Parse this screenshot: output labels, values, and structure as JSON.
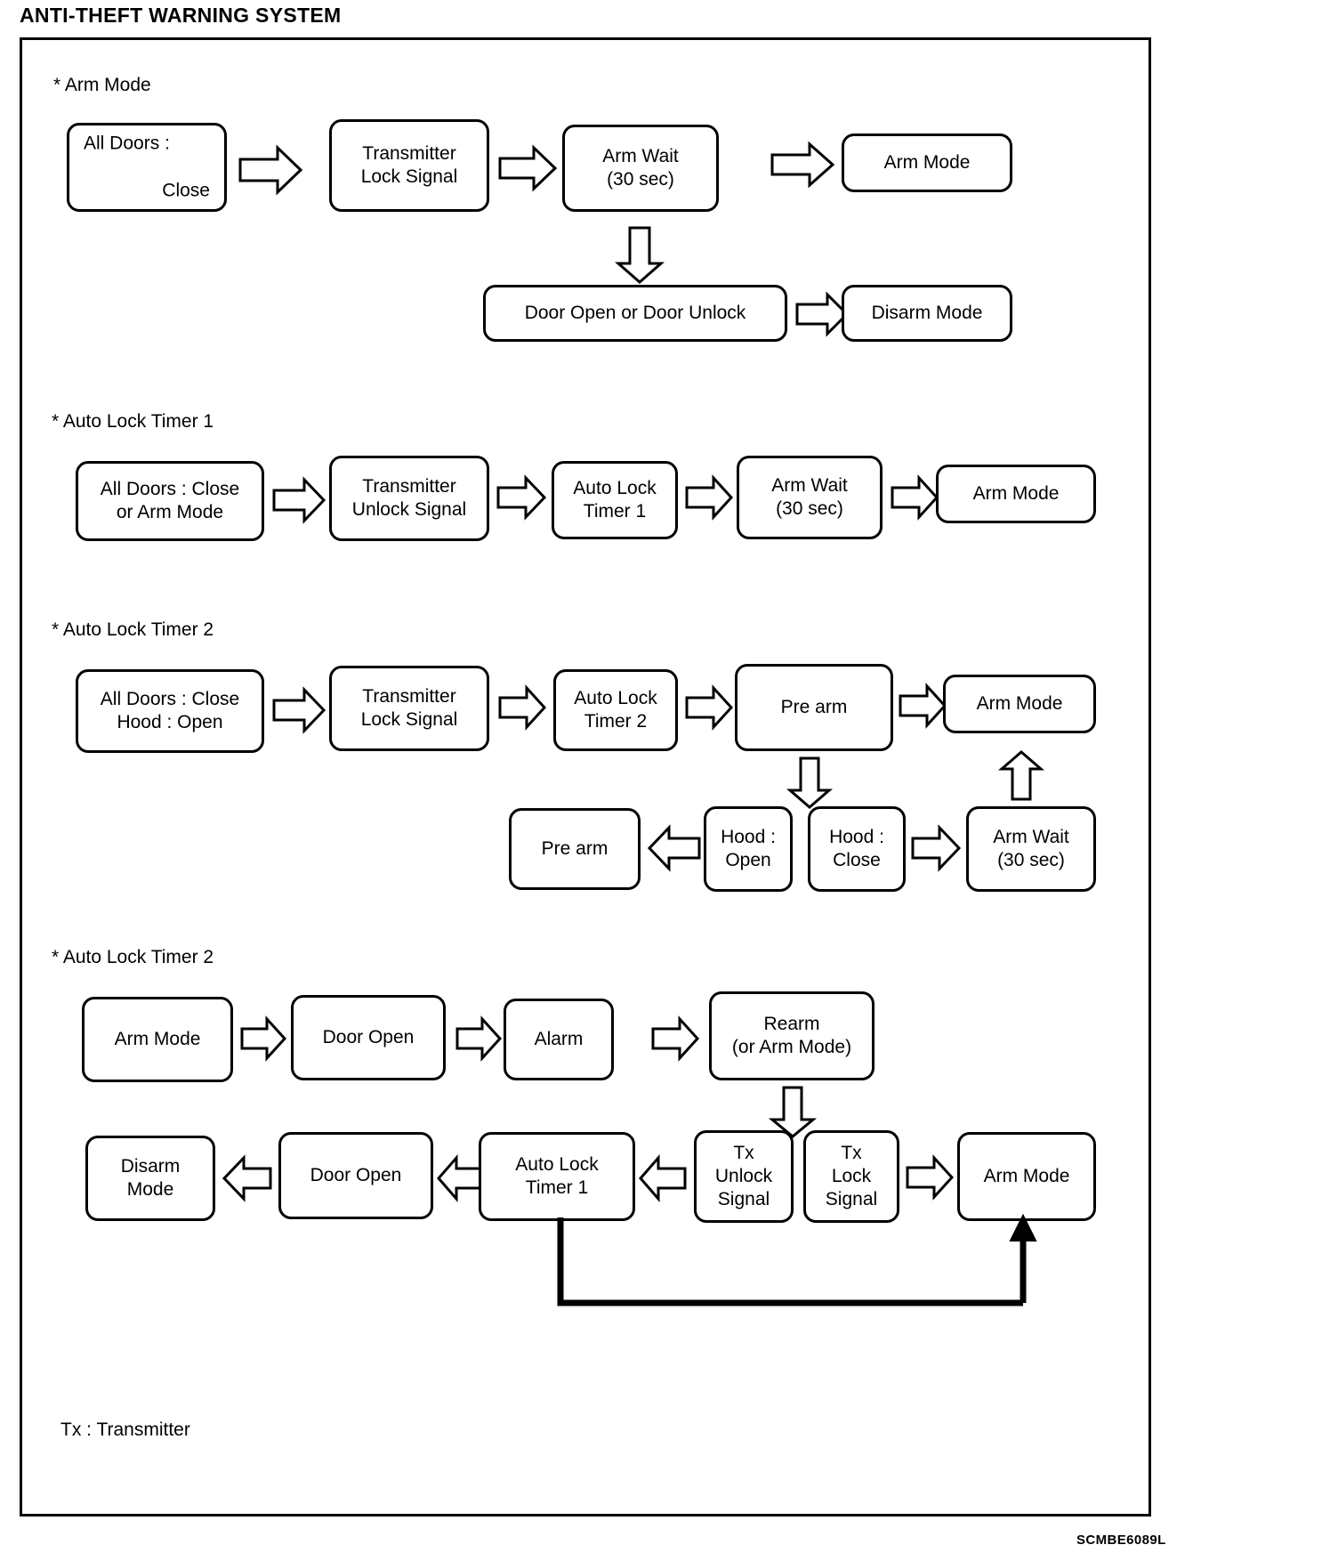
{
  "title": "ANTI-THEFT WARNING SYSTEM",
  "frame_code": "SCMBE6089L",
  "footer_note": "Tx : Transmitter",
  "sections": [
    {
      "label": "* Arm Mode",
      "nodes": {
        "all_doors_close_1": "All Doors :",
        "all_doors_close_2": "Close",
        "transmitter_lock_signal": "Transmitter\nLock Signal",
        "arm_wait": "Arm Wait\n(30 sec)",
        "arm_mode": "Arm Mode",
        "door_open_or_unlock": "Door Open or Door Unlock",
        "disarm_mode": "Disarm Mode"
      }
    },
    {
      "label": "* Auto Lock Timer 1",
      "nodes": {
        "all_doors_close_or_arm": "All Doors : Close\nor Arm Mode",
        "transmitter_unlock_signal": "Transmitter\nUnlock Signal",
        "auto_lock_timer_1": "Auto Lock\nTimer 1",
        "arm_wait": "Arm Wait\n(30 sec)",
        "arm_mode": "Arm Mode"
      }
    },
    {
      "label": "* Auto Lock Timer 2",
      "nodes": {
        "all_doors_close_hood_open": "All Doors : Close\nHood : Open",
        "transmitter_lock_signal": "Transmitter\nLock Signal",
        "auto_lock_timer_2": "Auto Lock\nTimer 2",
        "pre_arm": "Pre arm",
        "arm_mode": "Arm Mode",
        "pre_arm_2": "Pre arm",
        "hood_open": "Hood :\nOpen",
        "hood_close": "Hood :\nClose",
        "arm_wait": "Arm Wait\n(30 sec)"
      }
    },
    {
      "label": "* Auto Lock Timer 2",
      "nodes": {
        "arm_mode": "Arm Mode",
        "door_open": "Door Open",
        "alarm": "Alarm",
        "rearm": "Rearm\n(or Arm Mode)",
        "disarm_mode": "Disarm\nMode",
        "door_open_2": "Door Open",
        "auto_lock_timer_1": "Auto Lock\nTimer 1",
        "tx_unlock_signal": "Tx\nUnlock\nSignal",
        "tx_lock_signal": "Tx\nLock\nSignal",
        "arm_mode_2": "Arm Mode"
      }
    }
  ],
  "colors": {
    "stroke": "#000000",
    "fill": "#ffffff"
  }
}
